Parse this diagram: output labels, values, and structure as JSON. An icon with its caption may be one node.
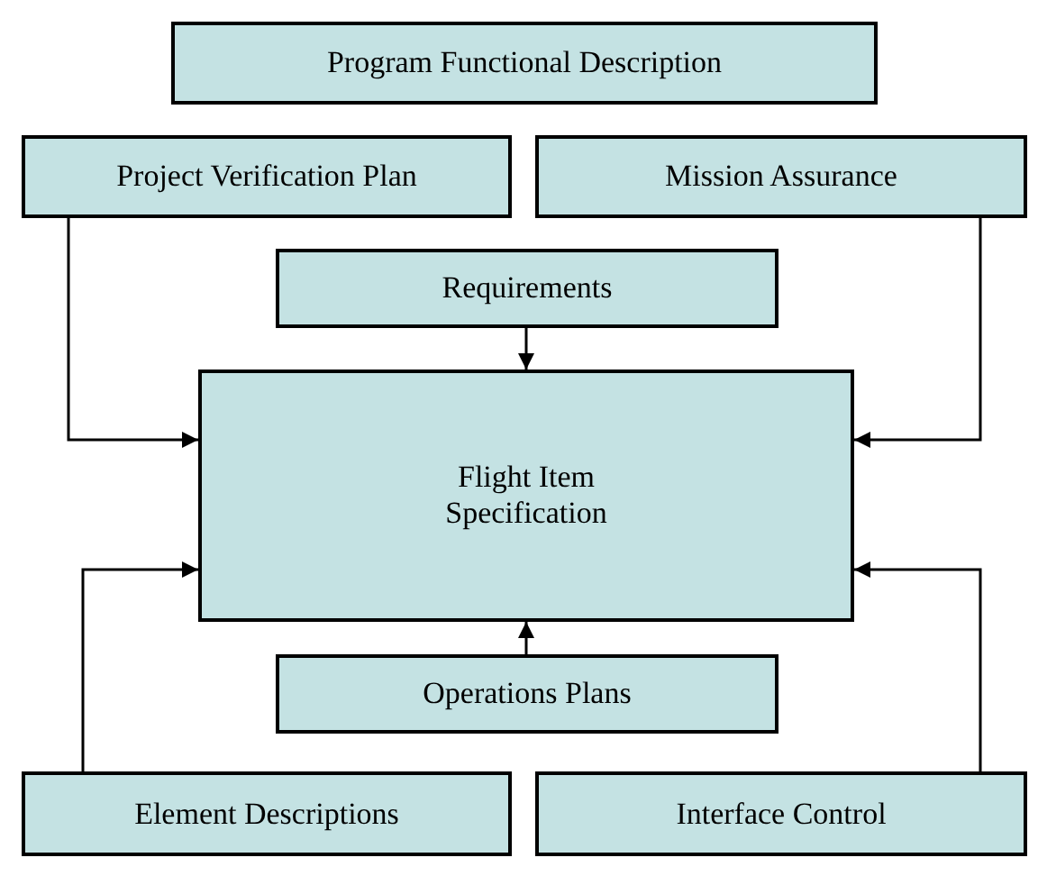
{
  "diagram": {
    "nodes": [
      {
        "text": [
          "Program Functional Description"
        ]
      },
      {
        "text": [
          "Project Verification Plan"
        ]
      },
      {
        "text": [
          "Mission Assurance"
        ]
      },
      {
        "text": [
          "Requirements"
        ]
      },
      {
        "text": [
          "Flight Item Specification"
        ]
      },
      {
        "text": [
          "Operations Plans"
        ]
      },
      {
        "text": [
          "Element Descriptions"
        ]
      },
      {
        "text": [
          "Interface Control"
        ]
      }
    ],
    "edges": [
      {
        "from": 3,
        "to": 4,
        "arrow": "to"
      },
      {
        "from": 1,
        "to": 4,
        "arrow": "to"
      },
      {
        "from": 2,
        "to": 4,
        "arrow": "to"
      },
      {
        "from": 5,
        "to": 4,
        "arrow": "to"
      },
      {
        "from": 6,
        "to": 4,
        "arrow": "to"
      },
      {
        "from": 7,
        "to": 4,
        "arrow": "to"
      }
    ]
  }
}
